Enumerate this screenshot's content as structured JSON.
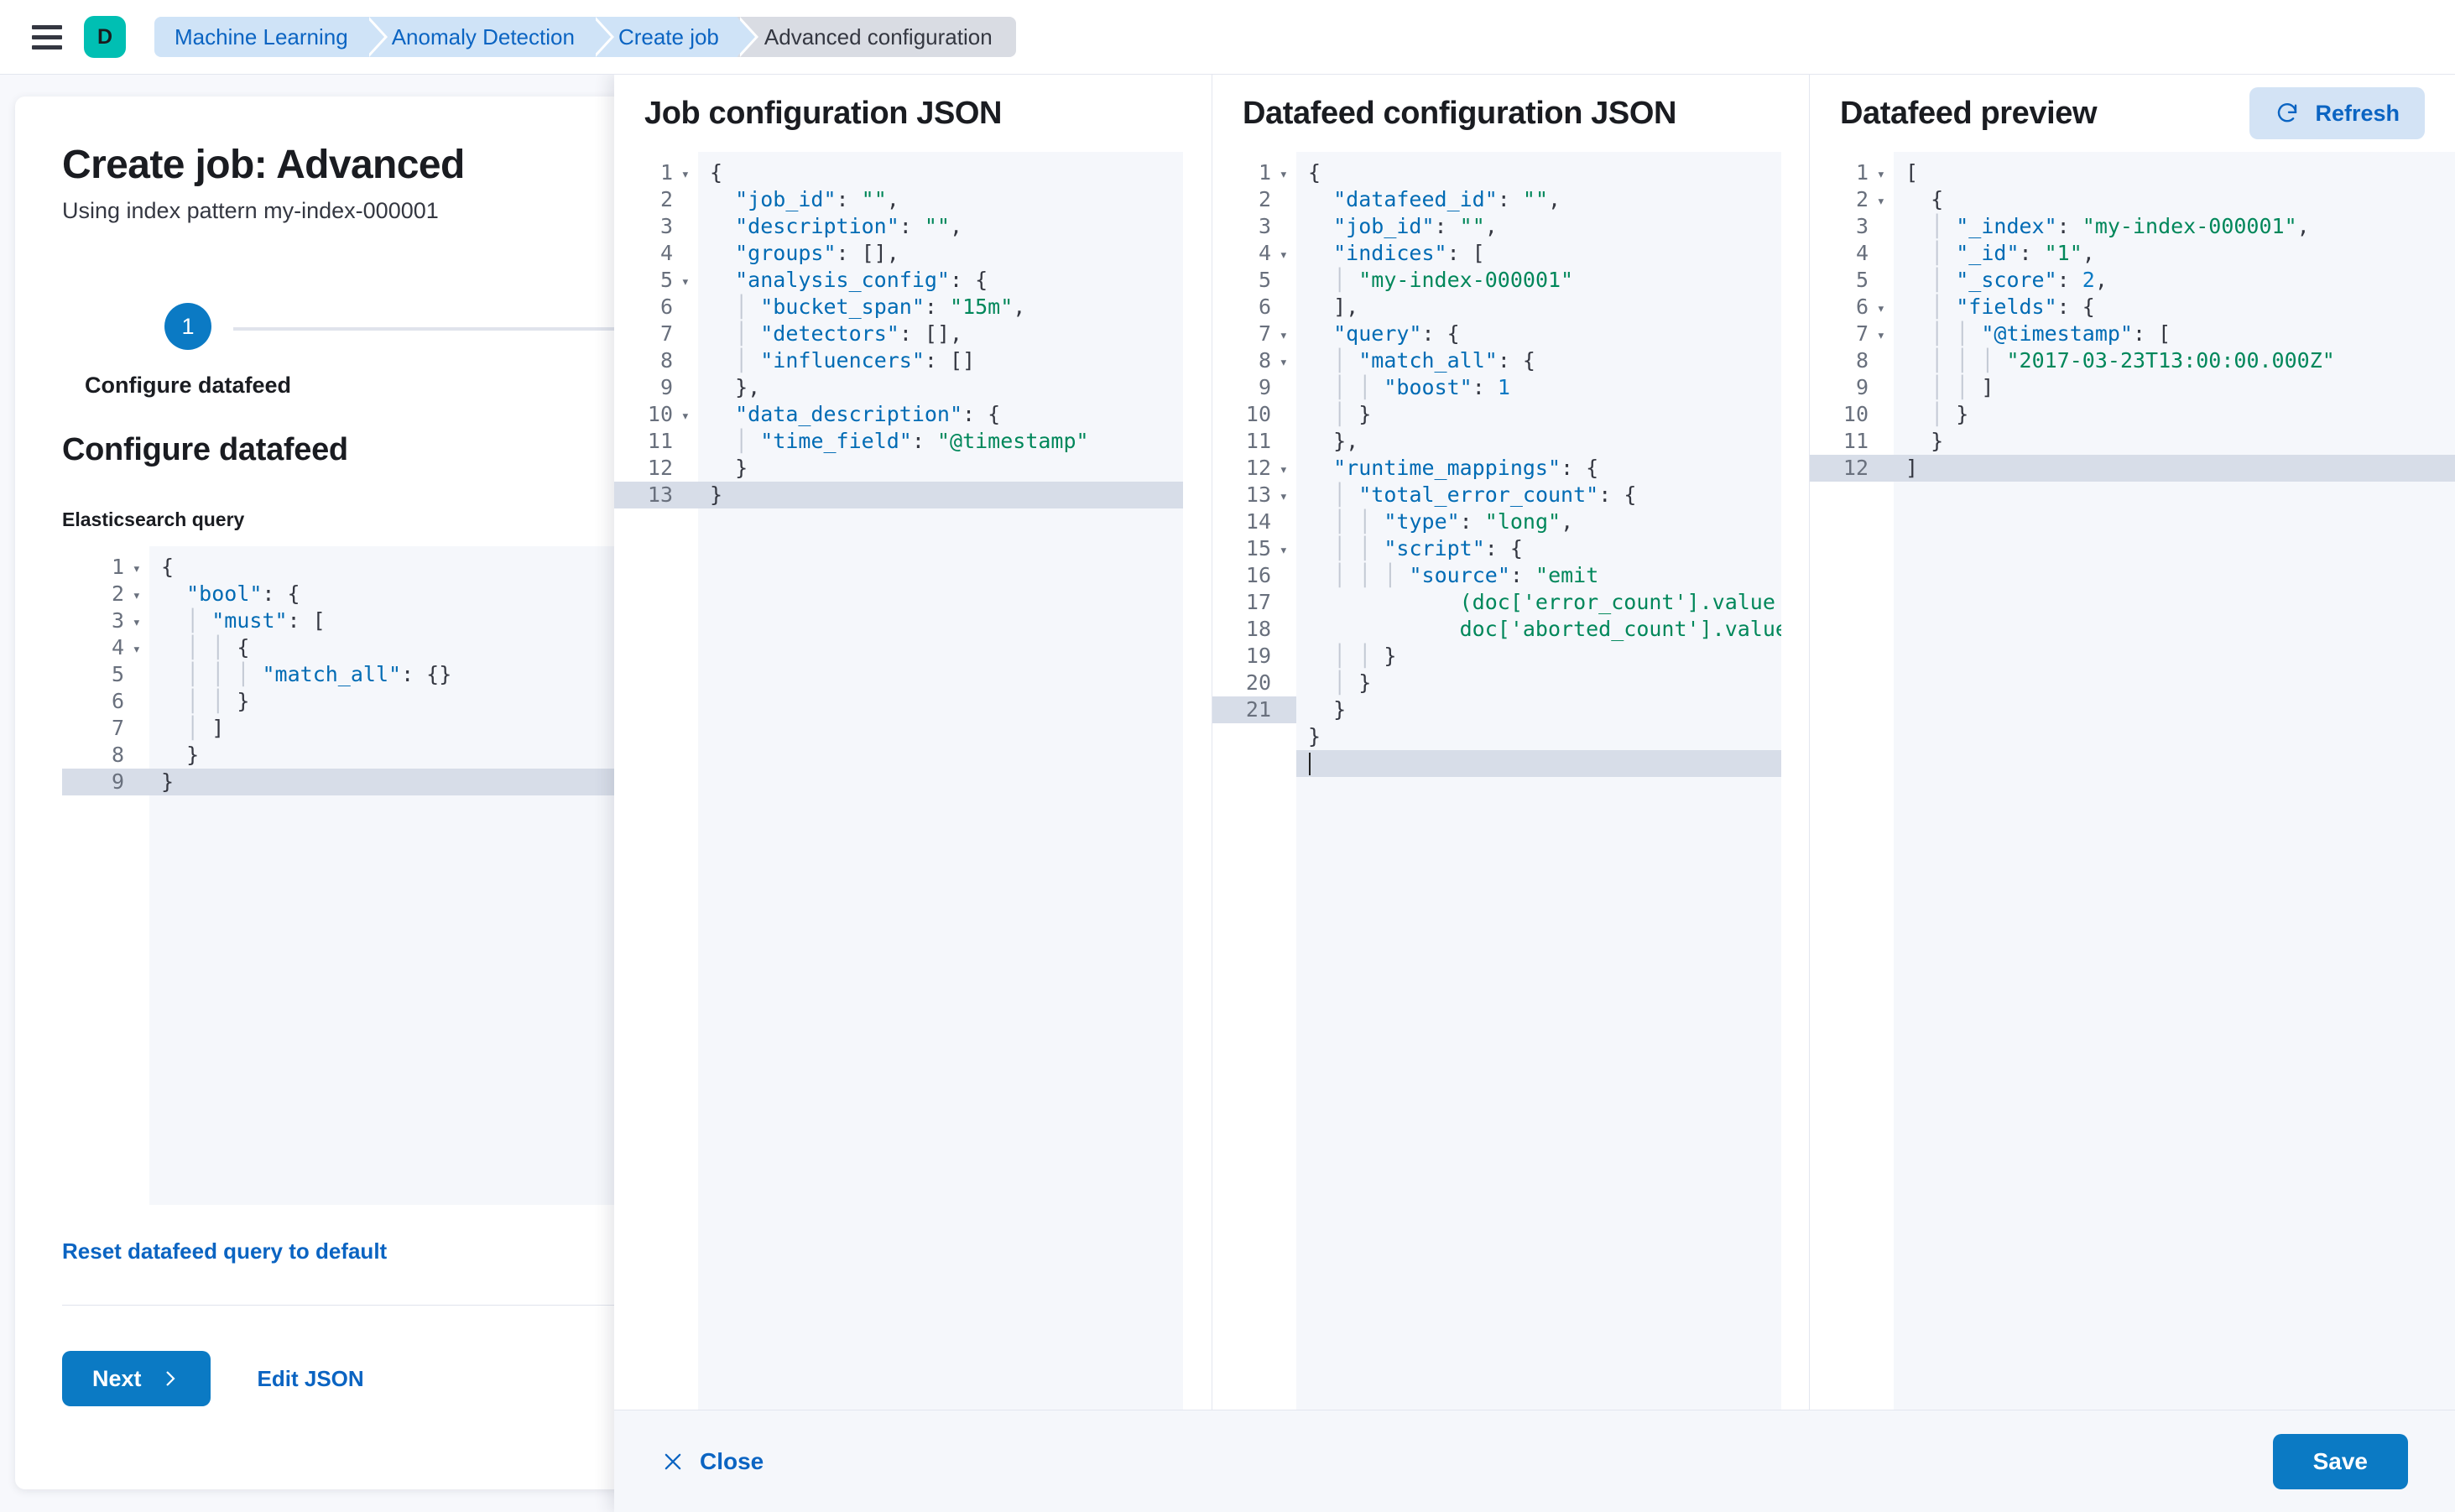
{
  "chrome": {
    "menu_icon": "hamburger-icon",
    "space_avatar": "D",
    "breadcrumbs": [
      {
        "label": "Machine Learning",
        "active": false
      },
      {
        "label": "Anomaly Detection",
        "active": false
      },
      {
        "label": "Create job",
        "active": false
      },
      {
        "label": "Advanced configuration",
        "active": true
      }
    ]
  },
  "page": {
    "title": "Create job: Advanced",
    "subtitle": "Using index pattern my-index-000001",
    "step": {
      "number": "1",
      "label": "Configure datafeed"
    },
    "section_title": "Configure datafeed",
    "query_label": "Elasticsearch query",
    "reset_link": "Reset datafeed query to default",
    "next_button": "Next",
    "next_icon": "chevron-right-icon",
    "edit_json_link": "Edit JSON"
  },
  "flyout": {
    "job_config": {
      "title": "Job configuration JSON",
      "active_line": 13,
      "lines": [
        {
          "n": 1,
          "fold": true,
          "text": "{"
        },
        {
          "n": 2,
          "fold": false,
          "text": "  \"job_id\": \"\","
        },
        {
          "n": 3,
          "fold": false,
          "text": "  \"description\": \"\","
        },
        {
          "n": 4,
          "fold": false,
          "text": "  \"groups\": [],"
        },
        {
          "n": 5,
          "fold": true,
          "text": "  \"analysis_config\": {"
        },
        {
          "n": 6,
          "fold": false,
          "text": "    \"bucket_span\": \"15m\","
        },
        {
          "n": 7,
          "fold": false,
          "text": "    \"detectors\": [],"
        },
        {
          "n": 8,
          "fold": false,
          "text": "    \"influencers\": []"
        },
        {
          "n": 9,
          "fold": false,
          "text": "  },"
        },
        {
          "n": 10,
          "fold": true,
          "text": "  \"data_description\": {"
        },
        {
          "n": 11,
          "fold": false,
          "text": "    \"time_field\": \"@timestamp\""
        },
        {
          "n": 12,
          "fold": false,
          "text": "  }"
        },
        {
          "n": 13,
          "fold": false,
          "text": "}"
        }
      ]
    },
    "datafeed_config": {
      "title": "Datafeed configuration JSON",
      "active_line": 21,
      "lines": [
        {
          "n": 1,
          "fold": true,
          "text": "{"
        },
        {
          "n": 2,
          "fold": false,
          "text": "  \"datafeed_id\": \"\","
        },
        {
          "n": 3,
          "fold": false,
          "text": "  \"job_id\": \"\","
        },
        {
          "n": 4,
          "fold": true,
          "text": "  \"indices\": ["
        },
        {
          "n": 5,
          "fold": false,
          "text": "    \"my-index-000001\""
        },
        {
          "n": 6,
          "fold": false,
          "text": "  ],"
        },
        {
          "n": 7,
          "fold": true,
          "text": "  \"query\": {"
        },
        {
          "n": 8,
          "fold": true,
          "text": "    \"match_all\": {"
        },
        {
          "n": 9,
          "fold": false,
          "text": "      \"boost\": 1"
        },
        {
          "n": 10,
          "fold": false,
          "text": "    }"
        },
        {
          "n": 11,
          "fold": false,
          "text": "  },"
        },
        {
          "n": 12,
          "fold": true,
          "text": "  \"runtime_mappings\": {"
        },
        {
          "n": 13,
          "fold": true,
          "text": "    \"total_error_count\": {"
        },
        {
          "n": 14,
          "fold": false,
          "text": "      \"type\": \"long\","
        },
        {
          "n": 15,
          "fold": true,
          "text": "      \"script\": {"
        },
        {
          "n": 16,
          "fold": false,
          "text": "        \"source\": \"emit(doc['error_count'].value + doc['aborted_count'].value)\""
        },
        {
          "n": 17,
          "fold": false,
          "text": "      }"
        },
        {
          "n": 18,
          "fold": false,
          "text": "    }"
        },
        {
          "n": 19,
          "fold": false,
          "text": "  }"
        },
        {
          "n": 20,
          "fold": false,
          "text": "}"
        },
        {
          "n": 21,
          "fold": false,
          "text": ""
        }
      ]
    },
    "datafeed_preview": {
      "title": "Datafeed preview",
      "refresh_label": "Refresh",
      "refresh_icon": "refresh-icon",
      "active_line": 12,
      "lines": [
        {
          "n": 1,
          "fold": true,
          "text": "["
        },
        {
          "n": 2,
          "fold": true,
          "text": "  {"
        },
        {
          "n": 3,
          "fold": false,
          "text": "    \"_index\": \"my-index-000001\","
        },
        {
          "n": 4,
          "fold": false,
          "text": "    \"_id\": \"1\","
        },
        {
          "n": 5,
          "fold": false,
          "text": "    \"_score\": 2,"
        },
        {
          "n": 6,
          "fold": true,
          "text": "    \"fields\": {"
        },
        {
          "n": 7,
          "fold": true,
          "text": "      \"@timestamp\": ["
        },
        {
          "n": 8,
          "fold": false,
          "text": "        \"2017-03-23T13:00:00.000Z\""
        },
        {
          "n": 9,
          "fold": false,
          "text": "      ]"
        },
        {
          "n": 10,
          "fold": false,
          "text": "    }"
        },
        {
          "n": 11,
          "fold": false,
          "text": "  }"
        },
        {
          "n": 12,
          "fold": false,
          "text": "]"
        }
      ]
    },
    "footer": {
      "close_label": "Close",
      "close_icon": "close-icon",
      "save_label": "Save"
    }
  },
  "es_query": {
    "active_line": 9,
    "lines": [
      {
        "n": 1,
        "fold": true,
        "text": "{"
      },
      {
        "n": 2,
        "fold": true,
        "text": "  \"bool\": {"
      },
      {
        "n": 3,
        "fold": true,
        "text": "    \"must\": ["
      },
      {
        "n": 4,
        "fold": true,
        "text": "      {"
      },
      {
        "n": 5,
        "fold": false,
        "text": "        \"match_all\": {}"
      },
      {
        "n": 6,
        "fold": false,
        "text": "      }"
      },
      {
        "n": 7,
        "fold": false,
        "text": "    ]"
      },
      {
        "n": 8,
        "fold": false,
        "text": "  }"
      },
      {
        "n": 9,
        "fold": false,
        "text": "}"
      }
    ]
  },
  "colors": {
    "accent": "#0b7ac4",
    "link": "#0b64c2",
    "space_avatar_bg": "#00bfb3",
    "breadcrumb_bg": "#cfe3f7",
    "breadcrumb_active_bg": "#d9dce3",
    "editor_bg": "#f5f7fb",
    "active_line_bg": "#d7dde8",
    "json_key": "#006bb4",
    "json_string": "#00875a",
    "json_number": "#0b7ac4"
  }
}
